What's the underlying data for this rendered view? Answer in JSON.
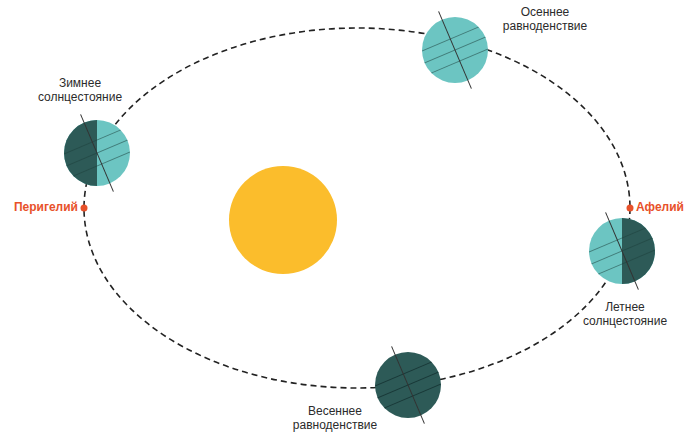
{
  "diagram": {
    "labels": [
      "Осеннее равноденствие",
      "Зимнее солнцестояние",
      "Перигелий",
      "Афелий",
      "Летнее солнцестояние",
      "Весеннее равноденствие"
    ]
  }
}
